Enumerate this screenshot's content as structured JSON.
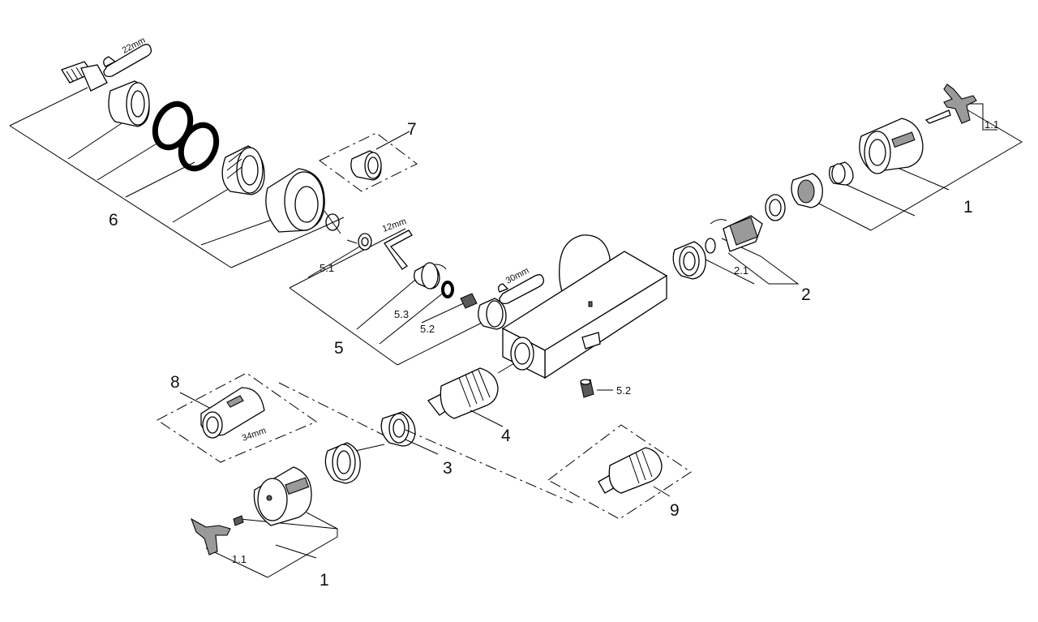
{
  "labels": {
    "p1_upper": "1",
    "p1_lower": "1",
    "p1_1_upper": "1.1",
    "p1_1_lower": "1.1",
    "p2": "2",
    "p2_1": "2.1",
    "p3": "3",
    "p4": "4",
    "p5": "5",
    "p5_1": "5.1",
    "p5_2_a": "5.2",
    "p5_2_b": "5.2",
    "p5_3": "5.3",
    "p6": "6",
    "p7": "7",
    "p8": "8",
    "p9": "9"
  },
  "tools": {
    "wrench_22": "22mm",
    "hex_12": "12mm",
    "wrench_30": "30mm",
    "socket_34": "34mm"
  }
}
